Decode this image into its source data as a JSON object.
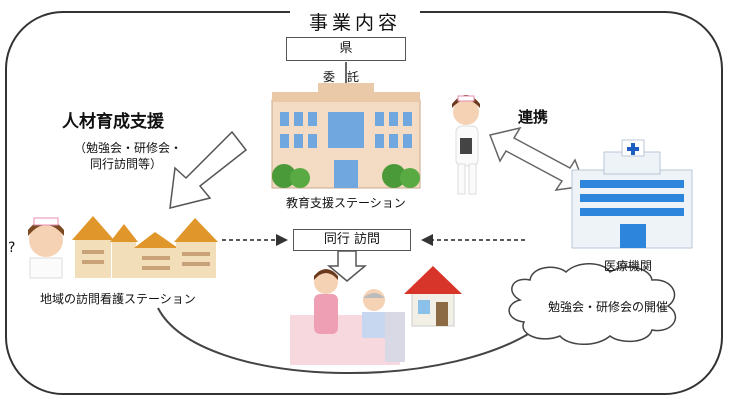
{
  "title": "事業内容",
  "prefecture": "県",
  "entrust": "委　託",
  "hr_support": "人材育成支援",
  "hr_support_detail_1": "（勉強会・研修会・",
  "hr_support_detail_2": "同行訪問等）",
  "education_station": "教育支援ステーション",
  "cooperation": "連携",
  "medical_institution": "医療機関",
  "accompany_visit": "同行 訪問",
  "regional_station": "地域の訪問看護ステーション",
  "study_session": "勉強会・研修会の開催",
  "question_mark": "?"
}
